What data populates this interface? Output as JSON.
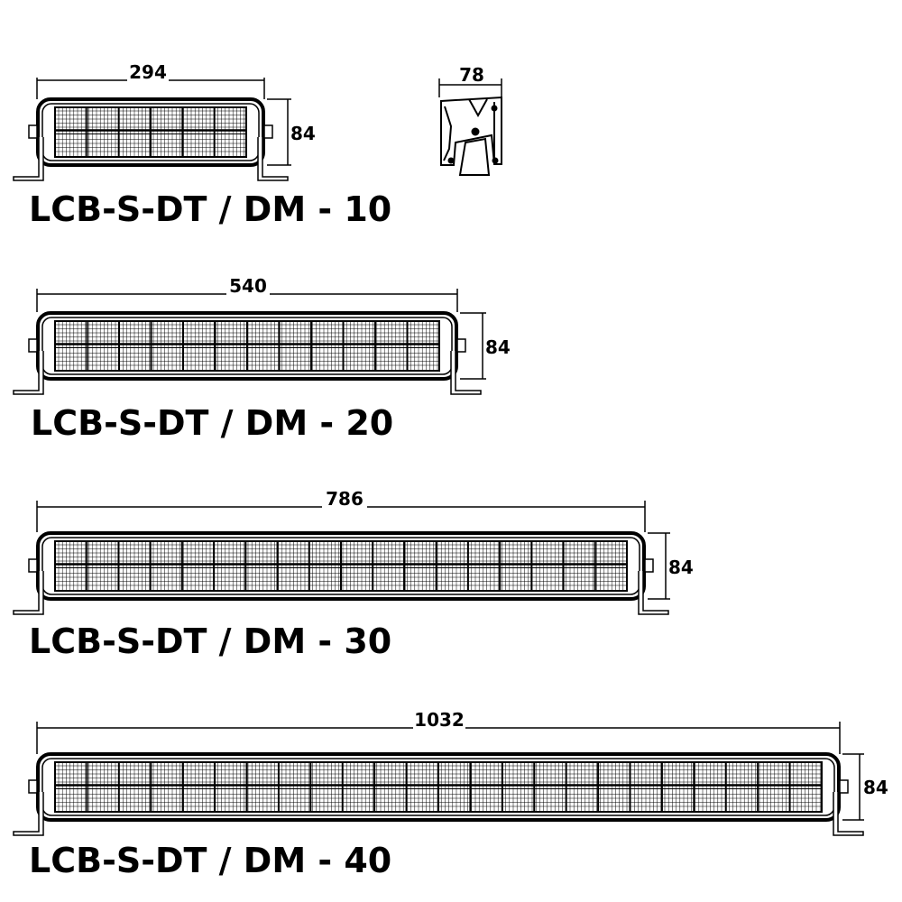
{
  "side_view": {
    "width_label": "78"
  },
  "bars": [
    {
      "model": "LCB-S-DT / DM - 10",
      "length_label": "294",
      "height_label": "84"
    },
    {
      "model": "LCB-S-DT / DM - 20",
      "length_label": "540",
      "height_label": "84"
    },
    {
      "model": "LCB-S-DT / DM - 30",
      "length_label": "786",
      "height_label": "84"
    },
    {
      "model": "LCB-S-DT / DM - 40",
      "length_label": "1032",
      "height_label": "84"
    }
  ],
  "colors": {
    "line": "#000000",
    "background": "#ffffff"
  }
}
